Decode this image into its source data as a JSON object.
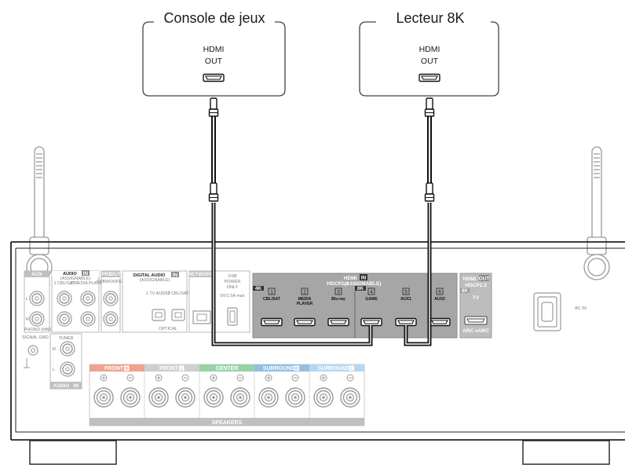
{
  "devices": [
    {
      "name": "Console de jeux",
      "port_line1": "HDMI",
      "port_line2": "OUT"
    },
    {
      "name": "Lecteur 8K",
      "port_line1": "HDMI",
      "port_line2": "OUT"
    }
  ],
  "receiver": {
    "audio_in": {
      "title": "AUDIO",
      "tag": "IN",
      "sub": "(ASSIGNABLE)",
      "col1": "1 CBL/SAT",
      "col2": "2 MEDIA PLAYER"
    },
    "aux_in_label": "AUX",
    "pre_out": {
      "title": "PRE",
      "tag": "OUT",
      "sub": "SUBWOOFER"
    },
    "digital_audio": {
      "title": "DIGITAL AUDIO",
      "tag": "IN",
      "sub": "(ASSIGNABLE)",
      "p1": "1  TV AUDIO",
      "p2": "2 CBL/SAT",
      "bottom": "OPTICAL"
    },
    "network_label": "NETWORK",
    "usb": {
      "l1": "USB",
      "l2": "POWER",
      "l3": "ONLY",
      "l4": "5V/1.5A max"
    },
    "hdmi_in": {
      "title": "HDMI",
      "tag": "IN",
      "sub": "HDCP2.3",
      "sub2": "(ASSIGNABLE)",
      "badge_4k": "4K",
      "badge_8k": "8K",
      "ports": [
        {
          "num": "1",
          "label": "CBL/SAT"
        },
        {
          "num": "2",
          "label": "MEDIA PLAYER"
        },
        {
          "num": "3",
          "label": "Blu-ray"
        },
        {
          "num": "4",
          "label": "GAME"
        },
        {
          "num": "5",
          "label": "AUX1"
        },
        {
          "num": "6",
          "label": "AUX2"
        }
      ]
    },
    "hdmi_out": {
      "title": "HDMI",
      "tag": "OUT",
      "sub": "HDCP2.3",
      "badge": "8K",
      "port": "TV",
      "arc": "ARC eARC"
    },
    "ac_in": "AC IN",
    "phono": "PHONO (MM)",
    "signal_gnd": "SIGNAL GND",
    "tuner": "TUNER",
    "aux_in_bottom": "AUDIO",
    "aux_in_bottom_tag": "IN",
    "speakers": {
      "sections": [
        {
          "label": "FRONT",
          "tag": "R",
          "color": "#f2a18e"
        },
        {
          "label": "FRONT",
          "tag": "L",
          "color": "#cfcfcf"
        },
        {
          "label": "CENTER",
          "tag": "",
          "color": "#98d3a8"
        },
        {
          "label": "SURROUND",
          "tag": "R",
          "color": "#93bfe3"
        },
        {
          "label": "SURROUND",
          "tag": "L",
          "color": "#b7d6ef"
        }
      ],
      "label": "SPEAKERS"
    }
  },
  "colors": {
    "panel": "#f5f5f5",
    "hdmi_panel": "#a6a6a6",
    "cable": "#111111",
    "box_border": "#444444"
  }
}
